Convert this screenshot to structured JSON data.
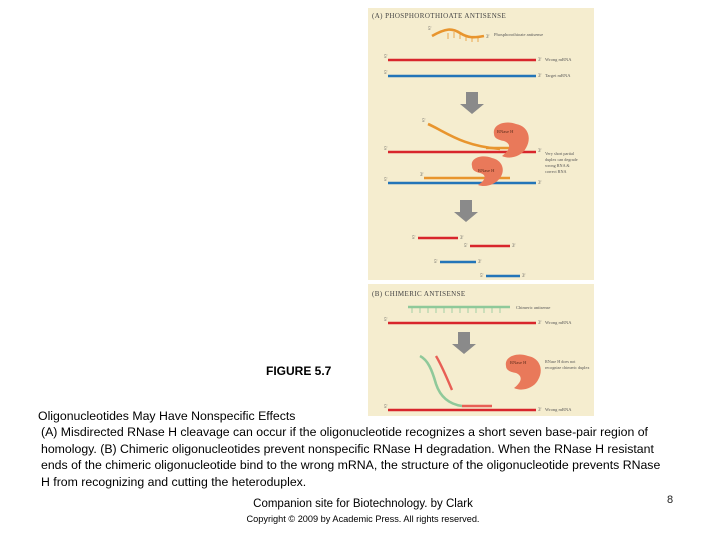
{
  "figure": {
    "panel_a": {
      "heading": "(A) PHOSPHOROTHIOATE ANTISENSE",
      "labels": {
        "pt_antisense": "Phosphorothioate antisense",
        "wrong_mrna": "Wrong mRNA",
        "target_mrna": "Target mRNA",
        "rnase_h_1": "RNase H",
        "rnase_h_2": "RNase H",
        "partial_duplex_note": [
          "Very short partial",
          "duplex can degrade",
          "wrong RNA &",
          "correct RNA"
        ]
      }
    },
    "panel_b": {
      "heading": "(B) CHIMERIC ANTISENSE",
      "labels": {
        "chimeric_antisense": "Chimeric antisense",
        "wrong_mrna_1": "Wrong mRNA",
        "wrong_mrna_2": "Wrong mRNA",
        "rnase_h": "RNase H",
        "rnase_note": [
          "RNase H does not",
          "recognize chimeric duplex"
        ]
      }
    },
    "strand_end_labels": {
      "five_prime": "5'",
      "three_prime": "3'"
    },
    "colors": {
      "panel_bg": "#f5edcf",
      "wrong_mrna": "#d8262c",
      "target_mrna": "#2375b8",
      "antisense": "#e8952e",
      "chimeric_tail": "#8fc99a",
      "chimeric_head": "#e85f55",
      "rnase_h": "#e9795a",
      "arrow": "#8a8a8a"
    }
  },
  "figure_title": "FIGURE 5.7",
  "caption": {
    "line1": "Oligonucleotides May Have Nonspecific Effects",
    "line2": "(A) Misdirected RNase H cleavage can occur if the oligonucleotide recognizes a short seven base-pair region of homology. (B) Chimeric oligonucleotides prevent nonspecific RNase H degradation. When the RNase H resistant ends of the chimeric oligonucleotide bind to the wrong mRNA, the structure of the oligonucleotide prevents RNase H from recognizing and cutting the heteroduplex."
  },
  "footer": {
    "companion": "Companion site for Biotechnology. by Clark",
    "copyright": "Copyright © 2009 by Academic Press. All rights reserved.",
    "page_number": "8"
  }
}
